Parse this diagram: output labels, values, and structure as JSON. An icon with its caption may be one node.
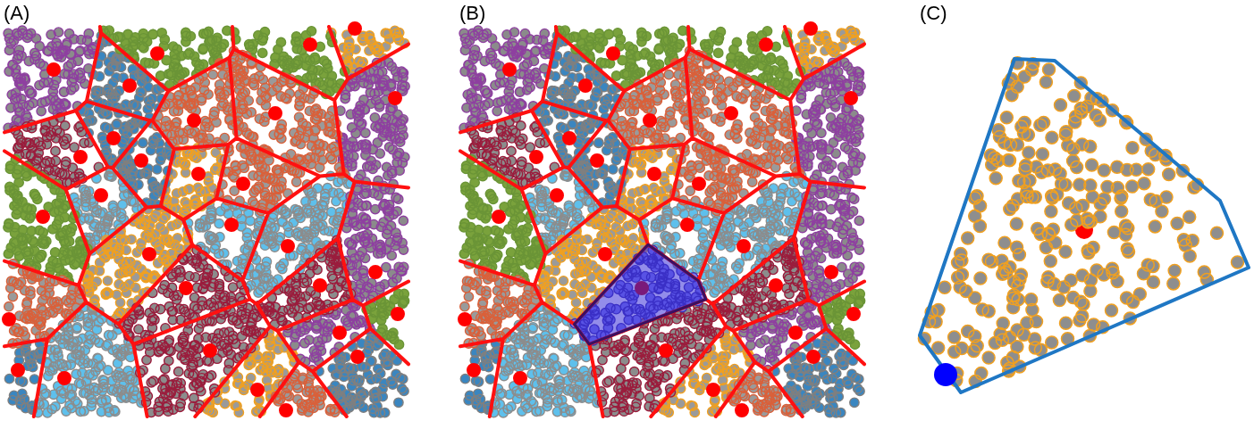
{
  "diagram": {
    "labels": [
      "(A)",
      "(B)",
      "(C)"
    ]
  }
}
